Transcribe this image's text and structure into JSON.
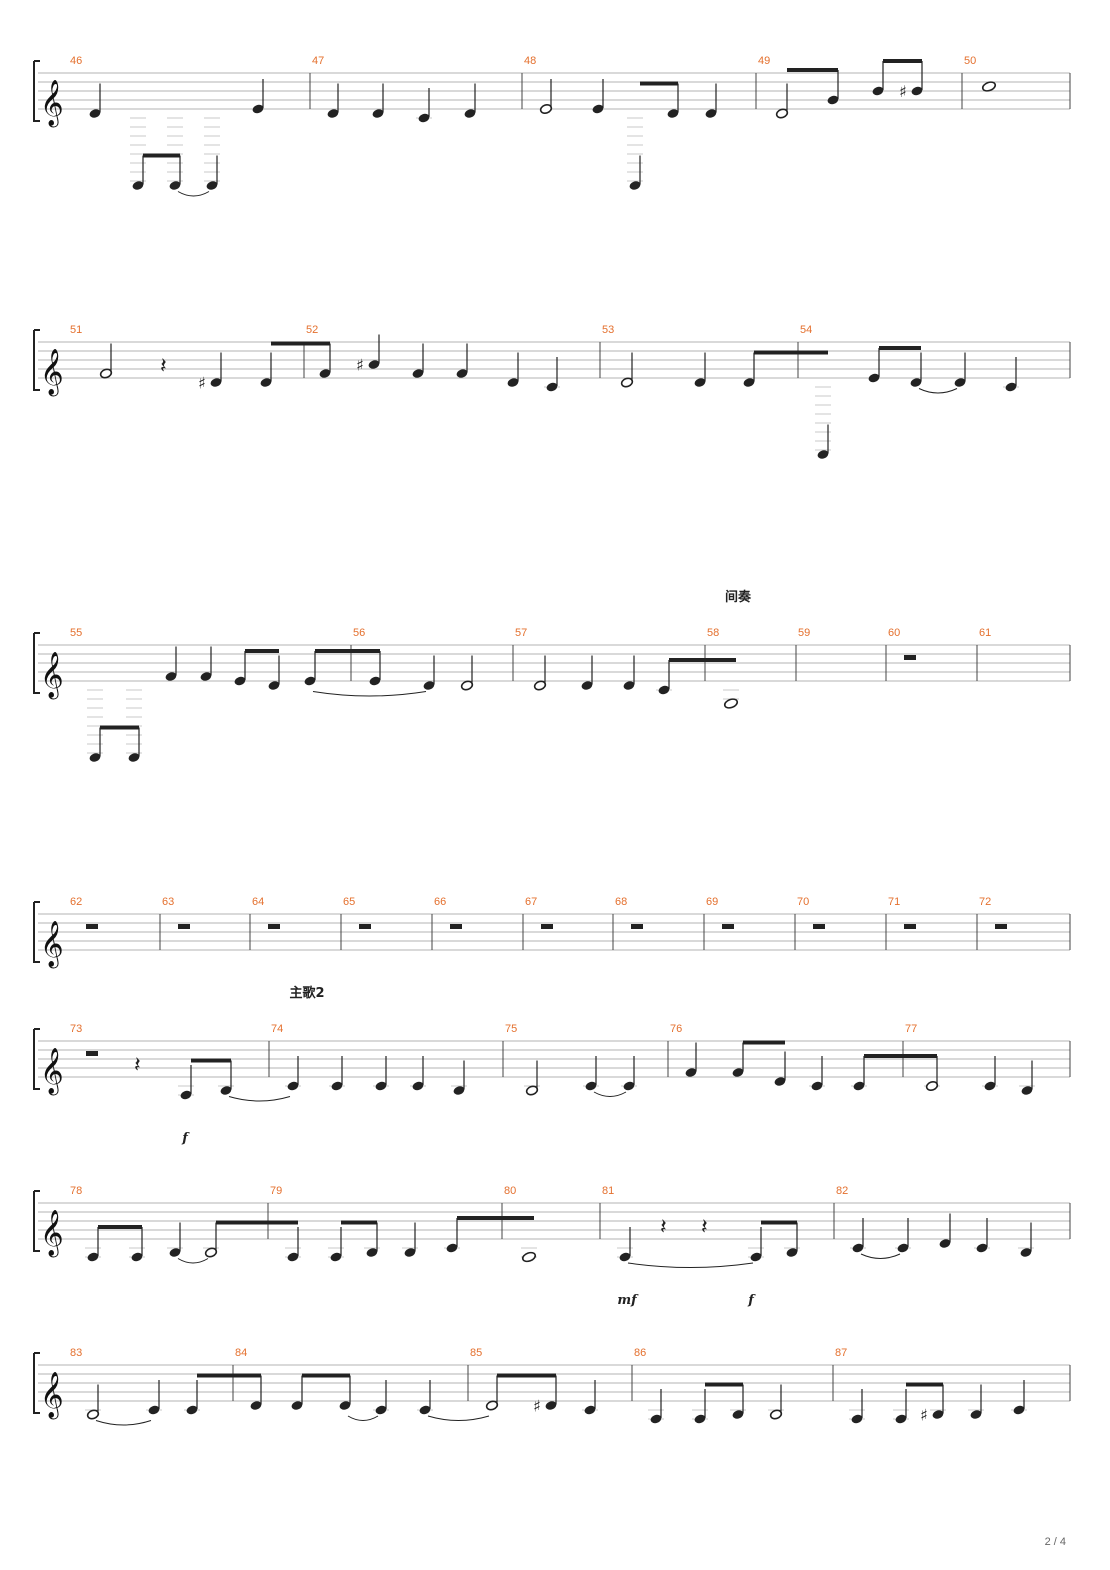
{
  "page": {
    "number_label": "2 / 4"
  },
  "colors": {
    "measure_number": "#e4702e",
    "ink": "#222222",
    "staff": "#9a9a9a"
  },
  "clef": "treble",
  "sections": [
    {
      "label": "间奏",
      "at_measure": 58
    },
    {
      "label": "主歌2",
      "at_measure": 74
    }
  ],
  "systems": [
    {
      "measures": [
        46,
        47,
        48,
        49,
        50
      ]
    },
    {
      "measures": [
        51,
        52,
        53,
        54
      ]
    },
    {
      "measures": [
        55,
        56,
        57,
        58,
        59,
        60,
        61
      ]
    },
    {
      "measures": [
        62,
        63,
        64,
        65,
        66,
        67,
        68,
        69,
        70,
        71,
        72
      ]
    },
    {
      "measures": [
        73,
        74,
        75,
        76,
        77
      ]
    },
    {
      "measures": [
        78,
        79,
        80,
        81,
        82
      ]
    },
    {
      "measures": [
        83,
        84,
        85,
        86,
        87
      ]
    }
  ],
  "dynamics": [
    {
      "mark": "f",
      "at_measure": 73
    },
    {
      "mark": "mf",
      "at_measure": 81
    },
    {
      "mark": "f",
      "at_measure": 81
    }
  ]
}
